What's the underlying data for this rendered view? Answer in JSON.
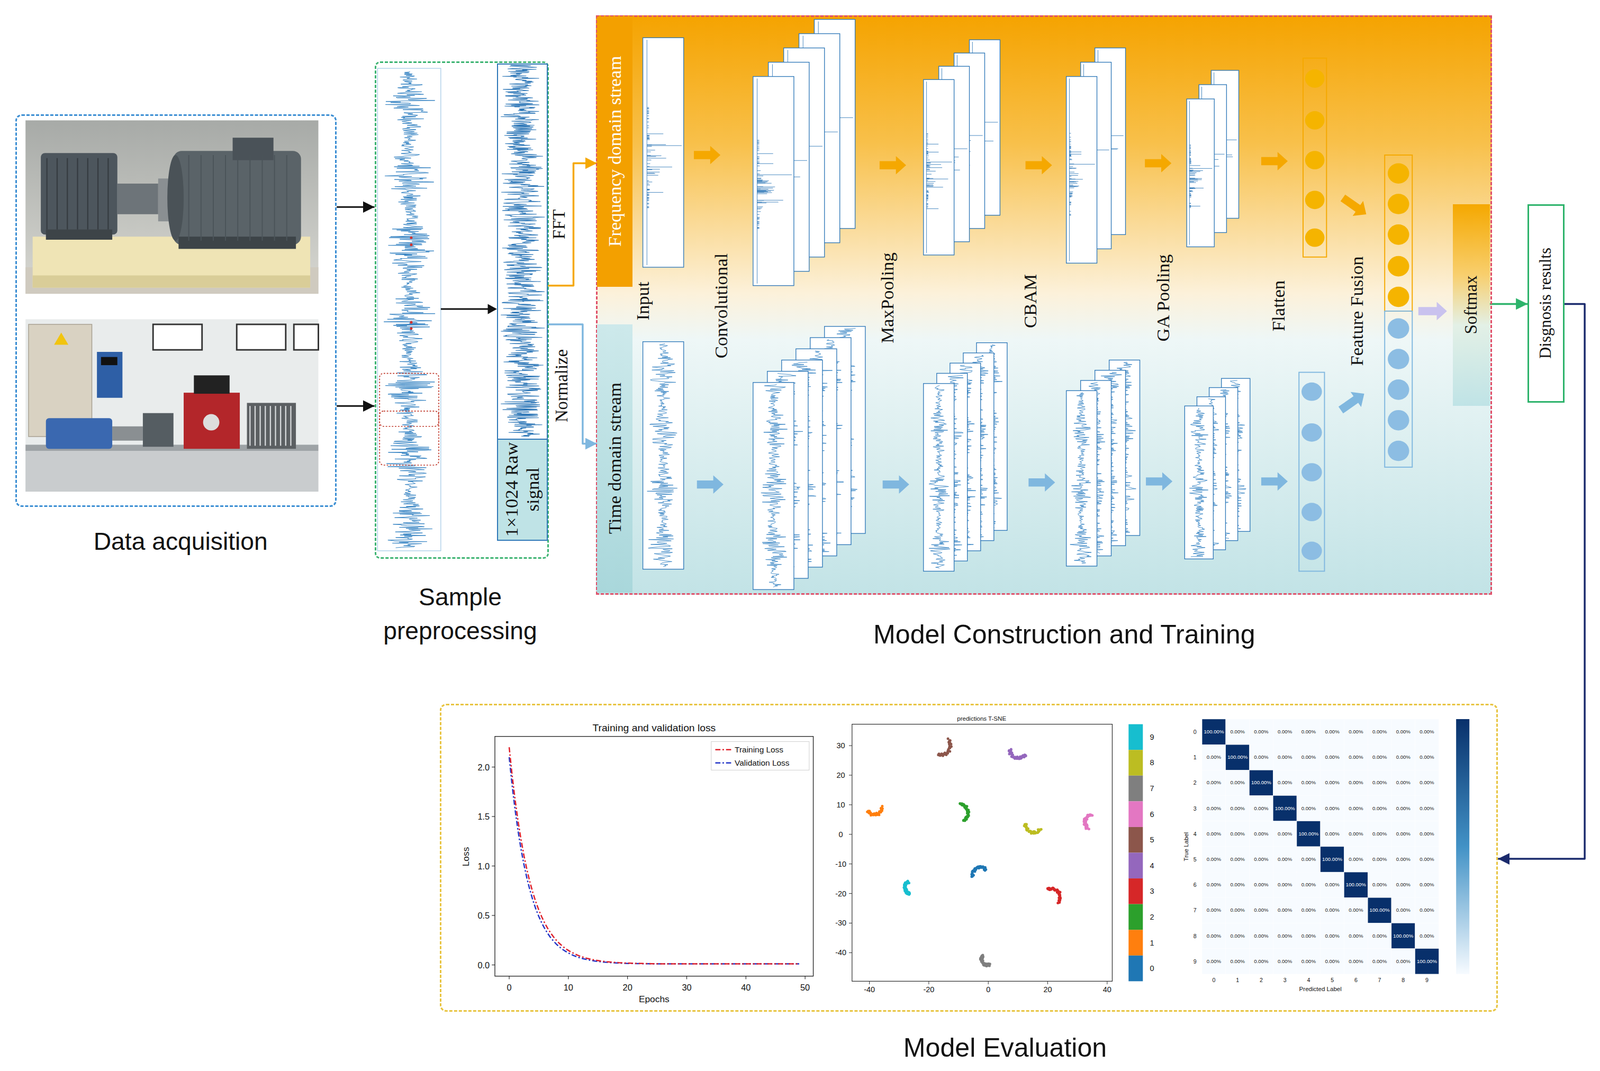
{
  "diagram": {
    "nodes": [
      {
        "text": [
          "Data acquisition"
        ]
      },
      {
        "text": [
          "Sample preprocessing"
        ]
      },
      {
        "text": [
          "1×1024 Raw signal"
        ],
        "in": 1
      },
      {
        "text": [
          "Model Construction and Training"
        ]
      },
      {
        "text": [
          "Frequency domain stream"
        ],
        "in": 3
      },
      {
        "text": [
          "Time domain stream"
        ],
        "in": 3
      },
      {
        "text": [
          "Softmax"
        ],
        "in": 3
      },
      {
        "text": [
          "Disgnosis results"
        ]
      },
      {
        "text": [
          "Model Evaluation"
        ]
      }
    ],
    "edges": [
      {
        "from": 0,
        "to": 1,
        "arrow": "to"
      },
      {
        "from": 0,
        "to": 1,
        "arrow": "to"
      },
      {
        "from": 2,
        "to": 4,
        "label": "FFT",
        "arrow": "to"
      },
      {
        "from": 2,
        "to": 5,
        "label": "Normalize",
        "arrow": "to"
      },
      {
        "from": 6,
        "to": 7,
        "arrow": "to"
      },
      {
        "from": 7,
        "to": 8,
        "arrow": "to"
      }
    ],
    "labels": [
      "Input",
      "Convolutional",
      "MaxPooling",
      "CBAM",
      "GA Pooling",
      "Flatten",
      "Feature Fusion",
      "Training and validation loss",
      "Loss",
      "Epochs",
      "2.0",
      "1.5",
      "1.0",
      "0.5",
      "0.0",
      "0",
      "10",
      "20",
      "30",
      "40",
      "50",
      "predictions T-SNE",
      "30",
      "20",
      "10",
      "0",
      "-10",
      "-20",
      "-30",
      "-40",
      "-40",
      "-20",
      "0",
      "20",
      "40",
      "9",
      "8",
      "7",
      "6",
      "5",
      "4",
      "3",
      "2",
      "1",
      "0",
      "True Label",
      "Predicted Label",
      "0",
      "1",
      "2",
      "3",
      "4",
      "5",
      "6",
      "7",
      "8",
      "9",
      "0",
      "1",
      "2",
      "3",
      "4",
      "5",
      "6",
      "7",
      "8",
      "9",
      "100.00%",
      "0.00%",
      "0.00%",
      "0.00%",
      "0.00%",
      "0.00%",
      "0.00%",
      "0.00%",
      "0.00%",
      "0.00%",
      "0.00%",
      "100.00%",
      "0.00%",
      "0.00%",
      "0.00%",
      "0.00%",
      "0.00%",
      "0.00%",
      "0.00%",
      "0.00%",
      "0.00%",
      "0.00%",
      "100.00%",
      "0.00%",
      "0.00%",
      "0.00%",
      "0.00%",
      "0.00%",
      "0.00%",
      "0.00%",
      "0.00%",
      "0.00%",
      "0.00%",
      "100.00%",
      "0.00%",
      "0.00%",
      "0.00%",
      "0.00%",
      "0.00%",
      "0.00%",
      "0.00%",
      "0.00%",
      "0.00%",
      "0.00%",
      "100.00%",
      "0.00%",
      "0.00%",
      "0.00%",
      "0.00%",
      "0.00%",
      "0.00%",
      "0.00%",
      "0.00%",
      "0.00%",
      "0.00%",
      "100.00%",
      "0.00%",
      "0.00%",
      "0.00%",
      "0.00%",
      "0.00%",
      "0.00%",
      "0.00%",
      "0.00%",
      "0.00%",
      "0.00%",
      "100.00%",
      "0.00%",
      "0.00%",
      "0.00%",
      "0.00%",
      "0.00%",
      "0.00%",
      "0.00%",
      "0.00%",
      "0.00%",
      "0.00%",
      "100.00%",
      "0.00%",
      "0.00%",
      "0.00%",
      "0.00%",
      "0.00%",
      "0.00%",
      "0.00%",
      "0.00%",
      "0.00%",
      "0.00%",
      "100.00%",
      "0.00%",
      "0.00%",
      "0.00%",
      "0.00%",
      "0.00%",
      "0.00%",
      "0.00%",
      "0.00%",
      "0.00%",
      "0.00%",
      "100.00%"
    ],
    "legend": [
      {
        "text": "Training Loss"
      },
      {
        "text": "Validation Loss"
      }
    ]
  }
}
